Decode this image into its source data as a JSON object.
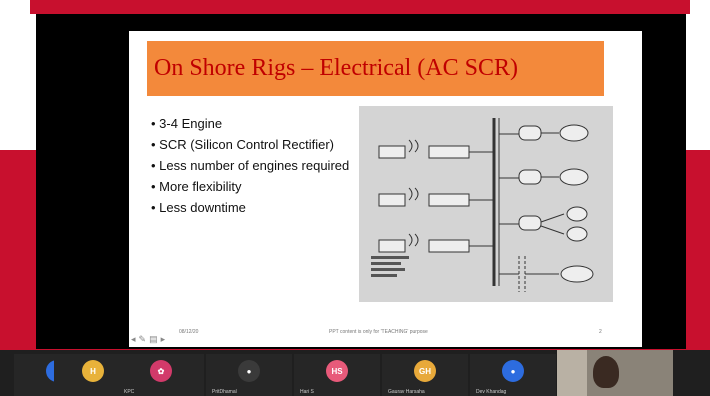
{
  "slide": {
    "title": "On Shore Rigs – Electrical (AC SCR)",
    "bullets": [
      "3-4 Engine",
      "SCR (Silicon Control Rectifier)",
      "Less number of engines required",
      "More flexibility",
      "Less downtime"
    ],
    "date": "08/12/20",
    "footer": "PPT content is only for 'TEACHING' purpose",
    "page_number": "2"
  },
  "participants": [
    {
      "initial": "",
      "name": "",
      "color": "#2d6cdf",
      "icon": "person-avatar-icon"
    },
    {
      "initial": "H",
      "name": "",
      "color": "#e8b23a"
    },
    {
      "initial": "",
      "name": "KPC",
      "color": "#d23a6a",
      "icon": "flower-avatar-icon"
    },
    {
      "initial": "",
      "name": "PritDhamal",
      "color": "#3a3a3a",
      "icon": "person-avatar-icon"
    },
    {
      "initial": "HS",
      "name": "Hari S",
      "color": "#e85a7a"
    },
    {
      "initial": "GH",
      "name": "Gaurav Harsaha",
      "color": "#e8a93a"
    },
    {
      "initial": "",
      "name": "Dev Khandag",
      "color": "#2d6cdf",
      "icon": "person-avatar-icon"
    }
  ],
  "colors": {
    "accent_red": "#c8102e",
    "title_box": "#f3893b",
    "title_text": "#c00000"
  }
}
